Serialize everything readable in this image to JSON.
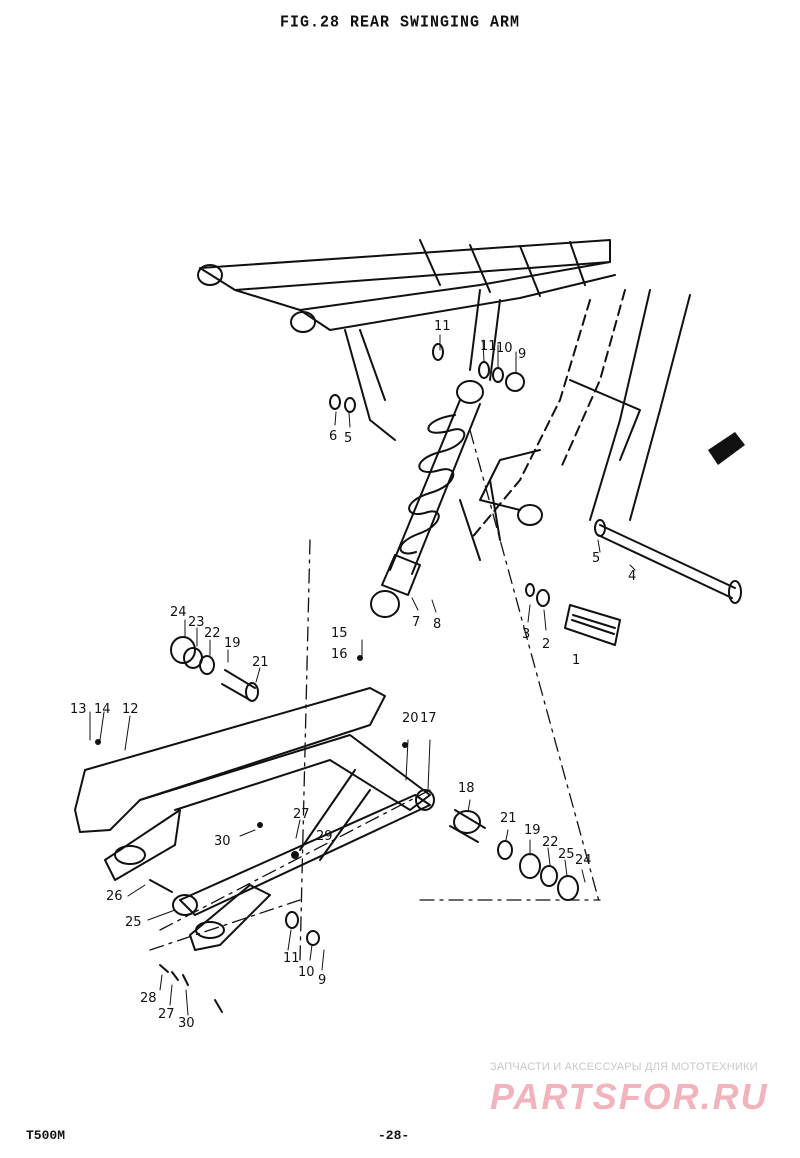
{
  "header": {
    "title": "FIG.28  REAR SWINGING ARM"
  },
  "footer": {
    "model": "T500M",
    "page": "-28-"
  },
  "watermark": {
    "tagline": "ЗАПЧАСТИ И АКСЕССУАРЫ ДЛЯ МОТОТЕХНИКИ",
    "logo": "PARTSFOR.RU",
    "color": "#f2b3bd"
  },
  "callouts": [
    {
      "id": "c11a",
      "label": "11"
    },
    {
      "id": "c11b",
      "label": "11"
    },
    {
      "id": "c10a",
      "label": "10"
    },
    {
      "id": "c9a",
      "label": "9"
    },
    {
      "id": "c6",
      "label": "6"
    },
    {
      "id": "c5a",
      "label": "5"
    },
    {
      "id": "c5b",
      "label": "5"
    },
    {
      "id": "c4",
      "label": "4"
    },
    {
      "id": "c7",
      "label": "7"
    },
    {
      "id": "c8",
      "label": "8"
    },
    {
      "id": "c3",
      "label": "3"
    },
    {
      "id": "c2",
      "label": "2"
    },
    {
      "id": "c1",
      "label": "1"
    },
    {
      "id": "c15",
      "label": "15"
    },
    {
      "id": "c16",
      "label": "16"
    },
    {
      "id": "c24a",
      "label": "24"
    },
    {
      "id": "c23",
      "label": "23"
    },
    {
      "id": "c22a",
      "label": "22"
    },
    {
      "id": "c19a",
      "label": "19"
    },
    {
      "id": "c21a",
      "label": "21"
    },
    {
      "id": "c13",
      "label": "13"
    },
    {
      "id": "c14",
      "label": "14"
    },
    {
      "id": "c12",
      "label": "12"
    },
    {
      "id": "c20",
      "label": "20"
    },
    {
      "id": "c17",
      "label": "17"
    },
    {
      "id": "c18",
      "label": "18"
    },
    {
      "id": "c21b",
      "label": "21"
    },
    {
      "id": "c19b",
      "label": "19"
    },
    {
      "id": "c22b",
      "label": "22"
    },
    {
      "id": "c25a",
      "label": "25"
    },
    {
      "id": "c24b",
      "label": "24"
    },
    {
      "id": "c27a",
      "label": "27"
    },
    {
      "id": "c29",
      "label": "29"
    },
    {
      "id": "c30a",
      "label": "30"
    },
    {
      "id": "c26",
      "label": "26"
    },
    {
      "id": "c25b",
      "label": "25"
    },
    {
      "id": "c11c",
      "label": "11"
    },
    {
      "id": "c10b",
      "label": "10"
    },
    {
      "id": "c9b",
      "label": "9"
    },
    {
      "id": "c28",
      "label": "28"
    },
    {
      "id": "c27b",
      "label": "27"
    },
    {
      "id": "c30b",
      "label": "30"
    }
  ]
}
